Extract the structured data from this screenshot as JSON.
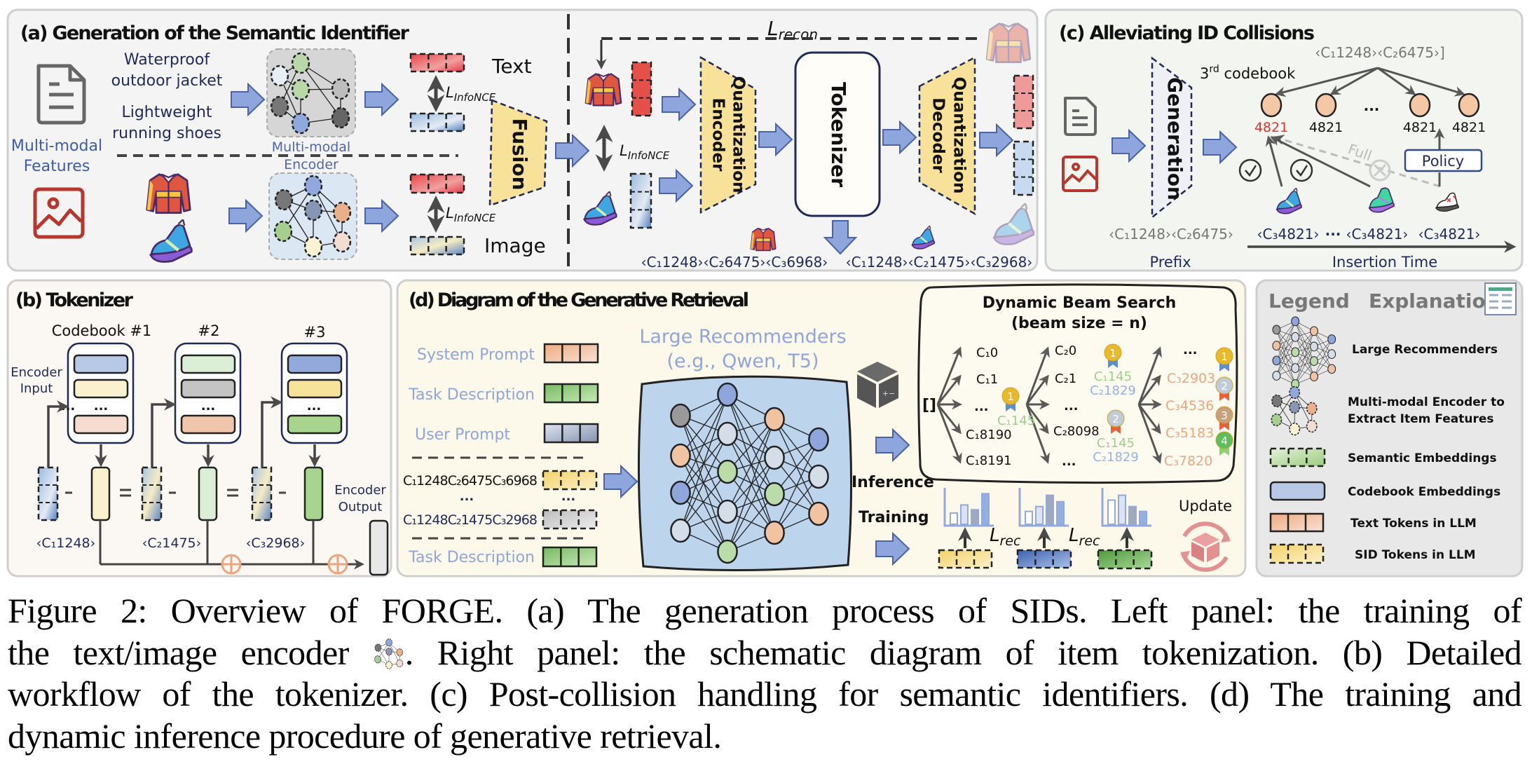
{
  "panel_a": {
    "title": "(a) Generation of the Semantic Identifier",
    "text_feature_1": [
      "Waterproof",
      "outdoor jacket"
    ],
    "text_feature_2": [
      "Lightweight",
      "running shoes"
    ],
    "features_label": [
      "Multi-modal",
      "Features"
    ],
    "encoder_label": [
      "Multi-modal",
      "Encoder"
    ],
    "text_label": "Text",
    "image_label": "Image",
    "loss_infonce": {
      "symbol": "L",
      "subscript": "InfoNCE"
    },
    "fusion": "Fusion",
    "loss_recon": {
      "symbol": "L",
      "subscript": "recon"
    },
    "quant_encoder": [
      "Quantization",
      "Encoder"
    ],
    "tokenizer": "Tokenizer",
    "quant_decoder": [
      "Quantization",
      "Decoder"
    ],
    "sid_jacket": "‹C₁1248›‹C₂6475›‹C₃6968›",
    "sid_shoe": "‹C₁1248›‹C₂1475›‹C₃2968›"
  },
  "panel_b": {
    "title": "(b) Tokenizer",
    "codebooks": [
      "Codebook #1",
      "#2",
      "#3"
    ],
    "encoder_input": [
      "Encoder",
      "Input"
    ],
    "encoder_output": [
      "Encoder",
      "Output"
    ],
    "codes": [
      "‹C₁1248›",
      "‹C₂1475›",
      "‹C₃2968›"
    ],
    "ellipsis": "..."
  },
  "panel_c": {
    "title": "(c)  Alleviating ID Collisions",
    "prefix_top": "‹C₁1248›‹C₂6475›]",
    "codebook_label": {
      "ordinal": "3",
      "suffix": "rd",
      "text": " codebook"
    },
    "generation": "Generation",
    "node_labels": [
      "4821",
      "4821",
      "4821",
      "4821"
    ],
    "ellipsis": "...",
    "full_label": "Full",
    "policy": "Policy",
    "prefix_code": "‹C₁1248›‹C₂6475›",
    "inserted_codes": [
      "‹C₃4821›",
      "···",
      "‹C₃4821›",
      "‹C₃4821›"
    ],
    "prefix_label": "Prefix",
    "insertion_time": "Insertion Time"
  },
  "panel_d": {
    "title": "(d)  Diagram of the Generative Retrieval",
    "model_title": [
      "Large Recommenders",
      "(e.g., Qwen, T5)"
    ],
    "inputs": [
      "System Prompt",
      "Task Description",
      "User Prompt"
    ],
    "sid_sequences": [
      "C₁1248C₂6475C₃6968",
      "C₁1248C₂1475C₃2968"
    ],
    "ellipsis": "...",
    "final_input": "Task Description",
    "inference": "Inference",
    "training": "Training",
    "beam": {
      "title": [
        "Dynamic Beam Search",
        "(beam size = n)"
      ],
      "root": "[]",
      "level1": [
        "C₁0",
        "C₁1",
        "...",
        "C₁8190",
        "C₁8191"
      ],
      "level1_pick": "C₁145",
      "level2": [
        "C₂0",
        "C₂1",
        "...",
        "C₂8098",
        "..."
      ],
      "level2_picks": [
        [
          "C₁145",
          "C₂1829"
        ],
        [
          "C₁145",
          "C₂1829"
        ]
      ],
      "level3": [
        "...",
        "C₃2903",
        "C₃4536",
        "C₃5183",
        "C₃7820"
      ],
      "medals": [
        "1",
        "1",
        "2",
        "1",
        "2",
        "3",
        "4"
      ]
    },
    "loss_rec": {
      "symbol": "L",
      "subscript": "rec"
    },
    "update": "Update"
  },
  "legend": {
    "header": "Legend",
    "header2": "Explanation",
    "items": [
      {
        "label": [
          "Large Recommenders"
        ]
      },
      {
        "label": [
          "Multi-modal Encoder to",
          "Extract Item Features"
        ]
      },
      {
        "label": [
          "Semantic Embeddings"
        ]
      },
      {
        "label": [
          "Codebook Embeddings"
        ]
      },
      {
        "label": [
          "Text Tokens in LLM"
        ]
      },
      {
        "label": [
          "SID Tokens in LLM"
        ]
      }
    ]
  },
  "caption": {
    "lines": [
      "Figure 2: Overview of FORGE. (a) The generation process of SIDs. Left panel: the training of",
      "the text/image encoder",
      ". Right panel: the schematic diagram of item tokenization. (b) Detailed",
      "workflow of the tokenizer. (c) Post-collision handling for semantic identifiers. (d) The training and",
      "dynamic inference procedure of generative retrieval."
    ]
  },
  "colors": {
    "block_arrow": "#8ea6dc",
    "quantizer": "#f8e29a",
    "red_highlight": "#e8302a",
    "text_blue": "#8fa6dc",
    "orange_code": "#eea57c",
    "green_code": "#9fd08a",
    "blue_code": "#93b4e4"
  }
}
